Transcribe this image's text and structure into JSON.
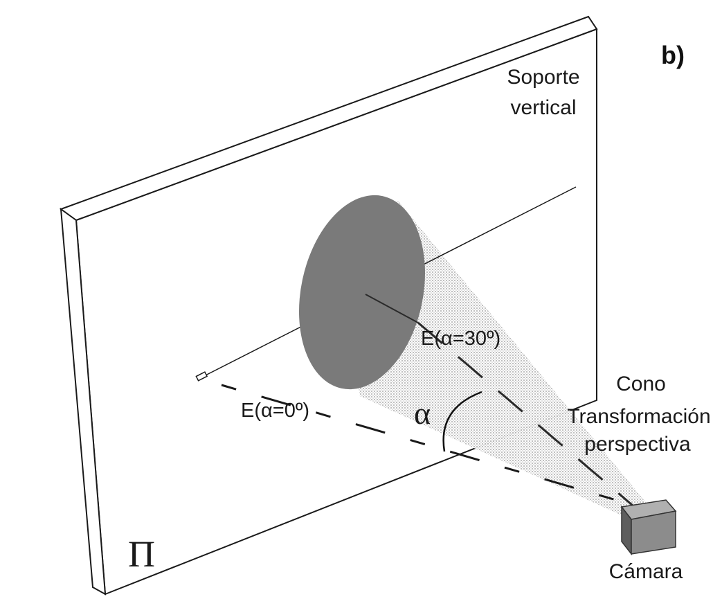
{
  "panel_label": "b)",
  "labels": {
    "support_line1": "Soporte",
    "support_line2": "vertical",
    "e_30": "E(α=30º)",
    "e_0": "E(α=0º)",
    "alpha": "α",
    "cone_line1": "Cono",
    "cone_line2": "Transformación",
    "cone_line3": "perspectiva",
    "camera": "Cámara",
    "plane": "Π"
  },
  "colors": {
    "stroke": "#1a1a1a",
    "ellipse_fill": "#7a7a7a",
    "cone_fill": "#d9d9d9",
    "camera_front": "#8c8c8c",
    "camera_top": "#b0b0b0",
    "camera_side": "#5e5e5e"
  },
  "icons": {
    "camera": "camera-box-icon"
  }
}
